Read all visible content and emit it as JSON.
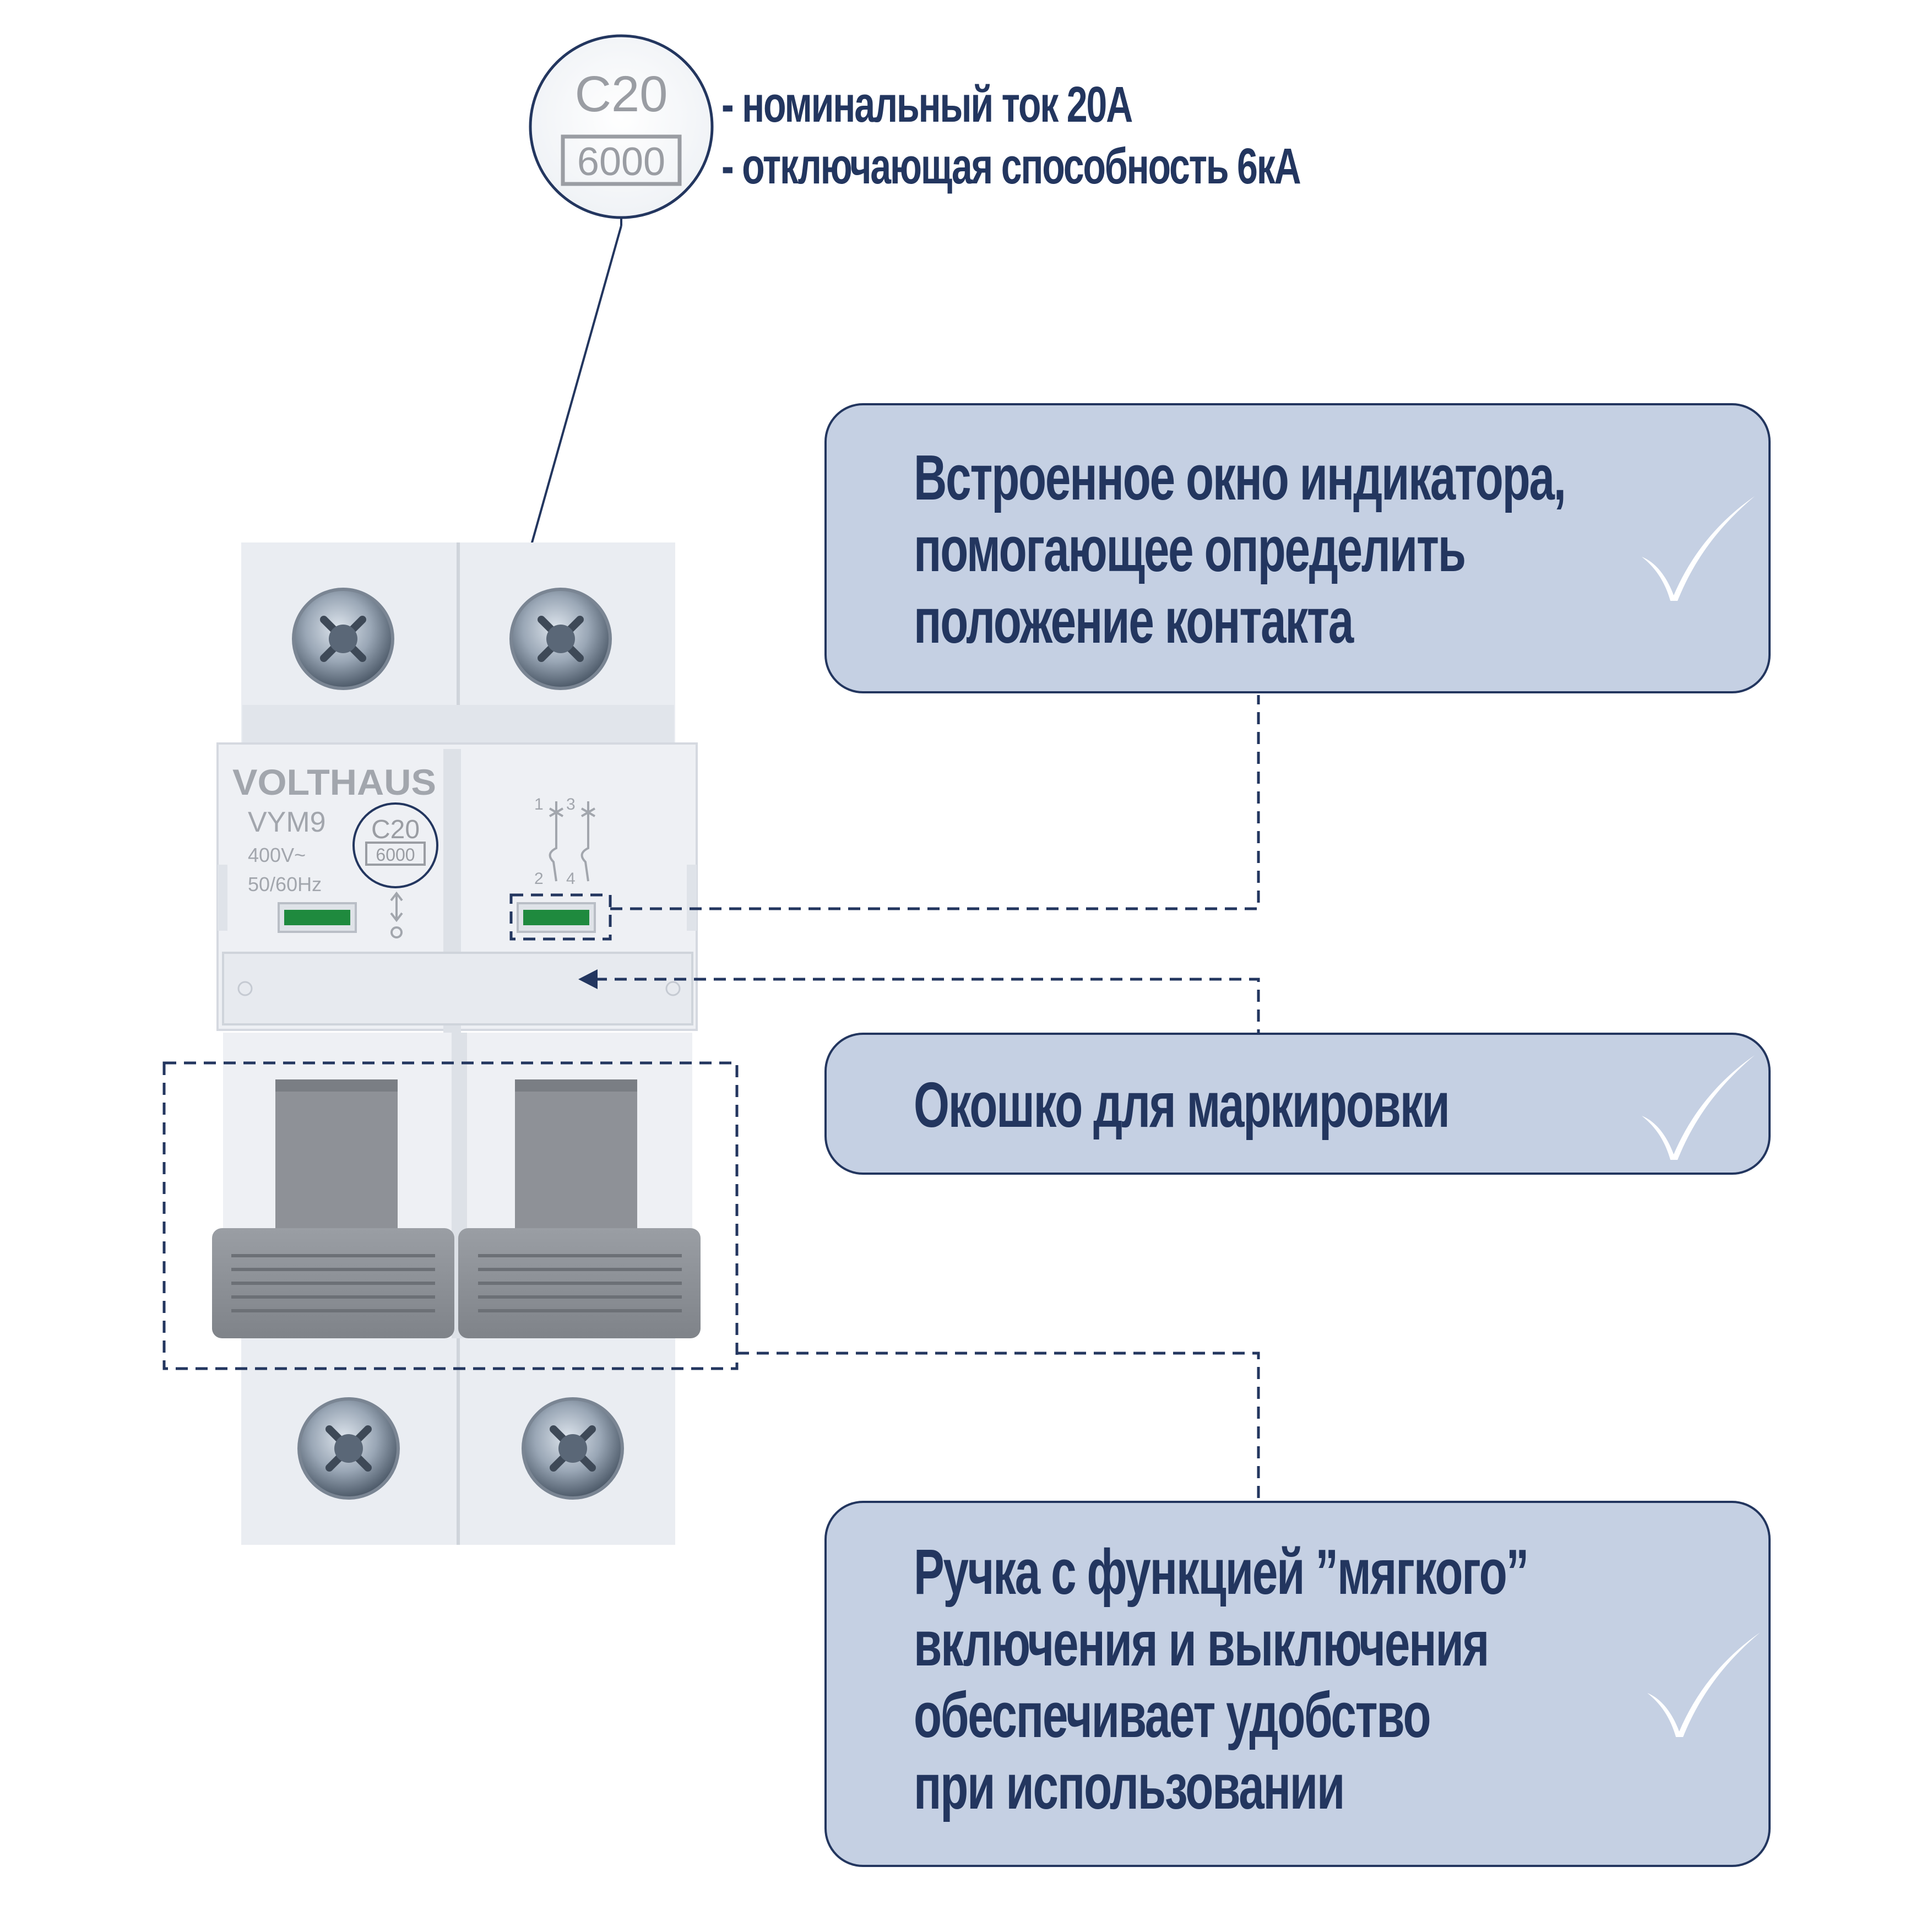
{
  "badge": {
    "rating": "C20",
    "breaking_capacity": "6000"
  },
  "specs": [
    "- номинальный ток 20А",
    "- отключающая способность 6кА"
  ],
  "breaker": {
    "brand": "VOLTHAUS",
    "model": "VYM9",
    "rating": "C20",
    "breaking_capacity": "6000",
    "voltage": "400V~",
    "frequency": "50/60Hz",
    "terminal_numbers": [
      "1",
      "3",
      "2",
      "4"
    ],
    "off_mark": "O"
  },
  "features": [
    {
      "lines": [
        "Встроенное окно индикатора,",
        "помогающее определить",
        "положение контакта"
      ]
    },
    {
      "lines": [
        "Окошко для маркировки"
      ]
    },
    {
      "lines": [
        "Ручка с функцией ”мягкого”",
        "включения и выключения",
        "обеспечивает удобство",
        "при использовании"
      ]
    }
  ],
  "colors": {
    "accent": "#23365f",
    "card_fill": "#c5d0e3",
    "indicator_green": "#1f8a3e",
    "handle_gray": "#8e9197",
    "housing": "#eef0f4"
  },
  "icons": [
    "check-icon",
    "arrow-left-icon"
  ]
}
